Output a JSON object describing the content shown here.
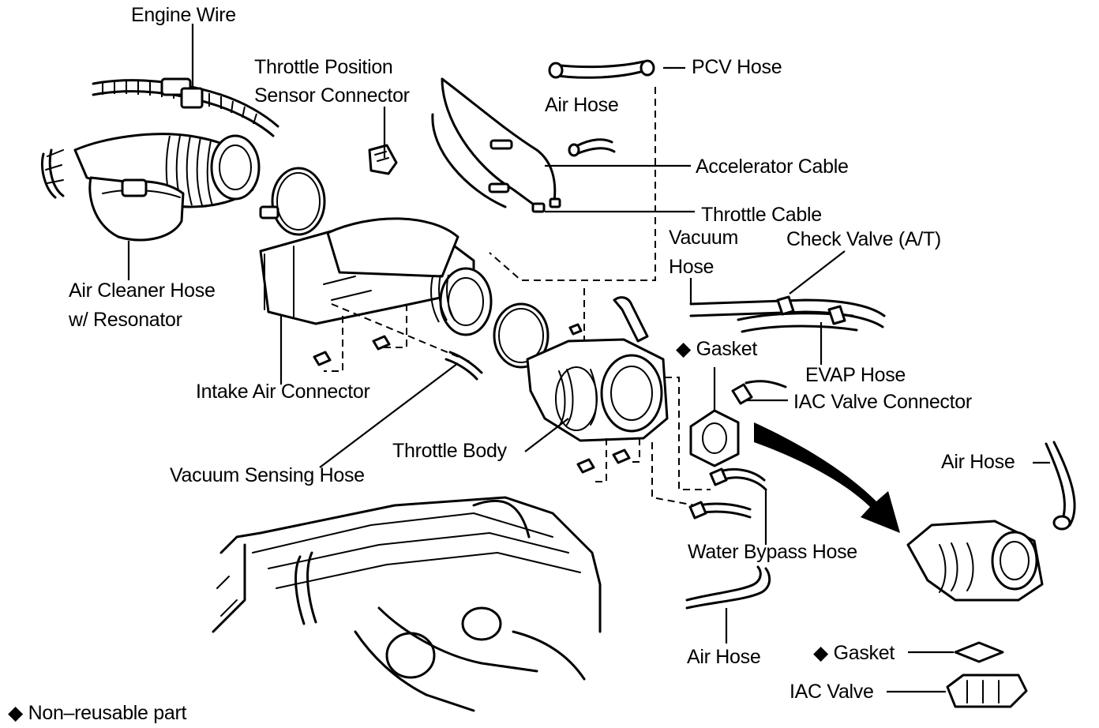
{
  "labels": {
    "engine_wire": "Engine Wire",
    "tps_connector_line1": "Throttle Position",
    "tps_connector_line2": "Sensor Connector",
    "pcv_hose": "PCV Hose",
    "air_hose_top": "Air Hose",
    "accelerator_cable": "Accelerator Cable",
    "throttle_cable": "Throttle Cable",
    "vacuum_hose_line1": "Vacuum",
    "vacuum_hose_line2": "Hose",
    "check_valve": "Check Valve (A/T)",
    "air_cleaner_hose_line1": "Air Cleaner Hose",
    "air_cleaner_hose_line2": "w/ Resonator",
    "gasket_top": "Gasket",
    "evap_hose": "EVAP Hose",
    "iac_valve_connector": "IAC Valve Connector",
    "intake_air_connector": "Intake Air Connector",
    "throttle_body": "Throttle Body",
    "air_hose_right": "Air Hose",
    "vacuum_sensing_hose": "Vacuum Sensing Hose",
    "water_bypass_hose": "Water Bypass Hose",
    "air_hose_bottom": "Air Hose",
    "gasket_bottom": "Gasket",
    "iac_valve": "IAC Valve",
    "legend": "Non–reusable part"
  },
  "symbols": {
    "non_reusable_marker": "◆"
  },
  "colors": {
    "ink": "#000000",
    "paper": "#ffffff"
  }
}
